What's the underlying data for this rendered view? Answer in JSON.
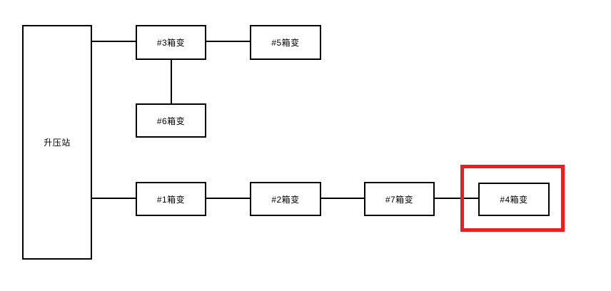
{
  "diagram": {
    "background_color": "#ffffff",
    "box_border_color": "#000000",
    "text_color": "#000000",
    "highlight_color": "#ea1c24",
    "nodes": [
      {
        "id": "booster-station",
        "label": "升压站"
      },
      {
        "id": "transformer-3",
        "label": "#3箱变"
      },
      {
        "id": "transformer-5",
        "label": "#5箱变"
      },
      {
        "id": "transformer-6",
        "label": "#6箱变"
      },
      {
        "id": "transformer-1",
        "label": "#1箱变"
      },
      {
        "id": "transformer-2",
        "label": "#2箱变"
      },
      {
        "id": "transformer-7",
        "label": "#7箱变"
      },
      {
        "id": "transformer-4",
        "label": "#4箱变",
        "highlighted": true
      }
    ],
    "connections": [
      {
        "from": "升压站",
        "to": "#3箱变"
      },
      {
        "from": "#3箱变",
        "to": "#5箱变"
      },
      {
        "from": "#3箱变",
        "to": "#6箱变"
      },
      {
        "from": "升压站",
        "to": "#1箱变"
      },
      {
        "from": "#1箱变",
        "to": "#2箱变"
      },
      {
        "from": "#2箱变",
        "to": "#7箱变"
      },
      {
        "from": "#7箱变",
        "to": "#4箱变"
      }
    ]
  }
}
